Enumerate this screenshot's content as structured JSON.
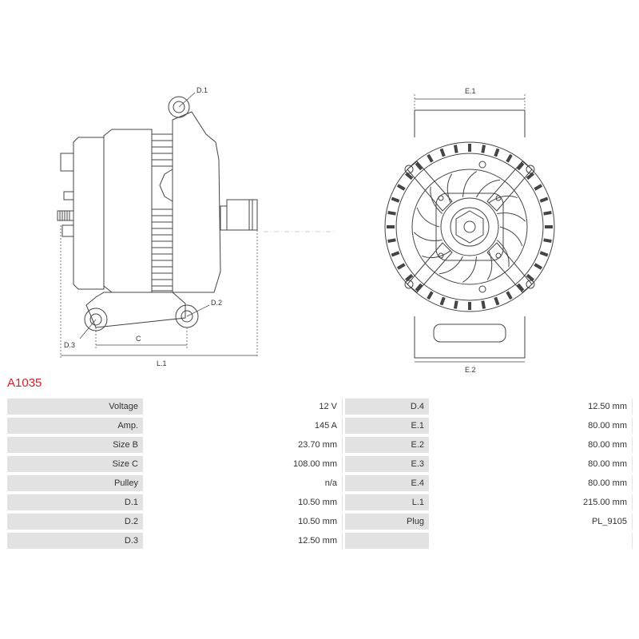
{
  "accent_color": "#cc2229",
  "line_color": "#444444",
  "label_bg": "#e2e2e2",
  "part_code": "A1035",
  "dimension_labels": {
    "d1": "D.1",
    "d2": "D.2",
    "d3": "D.3",
    "c": "C",
    "l1": "L.1",
    "e1": "E.1",
    "e2": "E.2"
  },
  "specs": {
    "left": [
      {
        "label": "Voltage",
        "value": "12 V"
      },
      {
        "label": "Amp.",
        "value": "145 A"
      },
      {
        "label": "Size B",
        "value": "23.70 mm"
      },
      {
        "label": "Size C",
        "value": "108.00 mm"
      },
      {
        "label": "Pulley",
        "value": "n/a"
      },
      {
        "label": "D.1",
        "value": "10.50 mm"
      },
      {
        "label": "D.2",
        "value": "10.50 mm"
      },
      {
        "label": "D.3",
        "value": "12.50 mm"
      }
    ],
    "right": [
      {
        "label": "D.4",
        "value": "12.50 mm"
      },
      {
        "label": "E.1",
        "value": "80.00 mm"
      },
      {
        "label": "E.2",
        "value": "80.00 mm"
      },
      {
        "label": "E.3",
        "value": "80.00 mm"
      },
      {
        "label": "E.4",
        "value": "80.00 mm"
      },
      {
        "label": "L.1",
        "value": "215.00 mm"
      },
      {
        "label": "Plug",
        "value": "PL_9105"
      },
      {
        "label": "",
        "value": ""
      }
    ]
  }
}
